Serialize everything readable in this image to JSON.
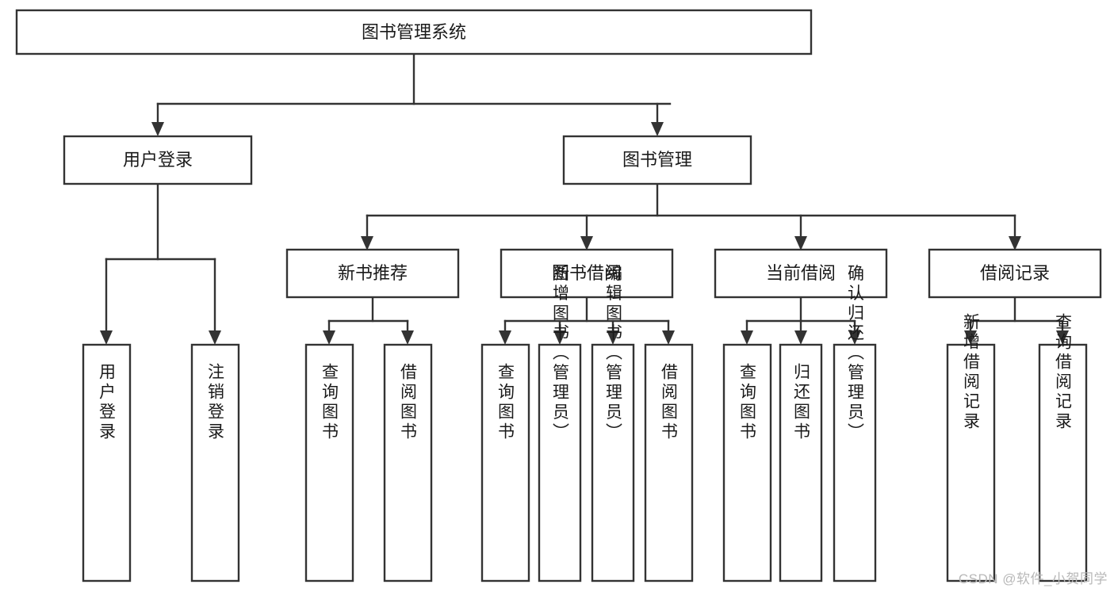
{
  "diagram": {
    "type": "tree",
    "title": "图书管理系统",
    "orientation": "top-down",
    "colors": {
      "box_stroke": "#333333",
      "box_fill": "#ffffff",
      "text": "#1a1a1a",
      "connector": "#333333",
      "background": "#ffffff",
      "watermark": "#b8b8b8"
    },
    "root": {
      "label": "图书管理系统"
    },
    "level2": [
      {
        "label": "用户登录"
      },
      {
        "label": "图书管理"
      }
    ],
    "level3": [
      {
        "label": "新书推荐"
      },
      {
        "label": "图书借阅"
      },
      {
        "label": "当前借阅"
      },
      {
        "label": "借阅记录"
      }
    ],
    "leaves": {
      "user_login": [
        {
          "label": "用户登录"
        },
        {
          "label": "注销登录"
        }
      ],
      "new_book_recommend": [
        {
          "label": "查询图书"
        },
        {
          "label": "借阅图书"
        }
      ],
      "book_borrow": [
        {
          "label": "查询图书"
        },
        {
          "label": "新增图书（管理员）"
        },
        {
          "label": "编辑图书（管理员）"
        },
        {
          "label": "借阅图书"
        }
      ],
      "current_borrow": [
        {
          "label": "查询图书"
        },
        {
          "label": "归还图书"
        },
        {
          "label": "确认归还（管理员）"
        }
      ],
      "borrow_record": [
        {
          "label": "新增借阅记录"
        },
        {
          "label": "查询借阅记录"
        }
      ]
    }
  },
  "watermark": {
    "text": "CSDN @软件_小贺同学"
  }
}
